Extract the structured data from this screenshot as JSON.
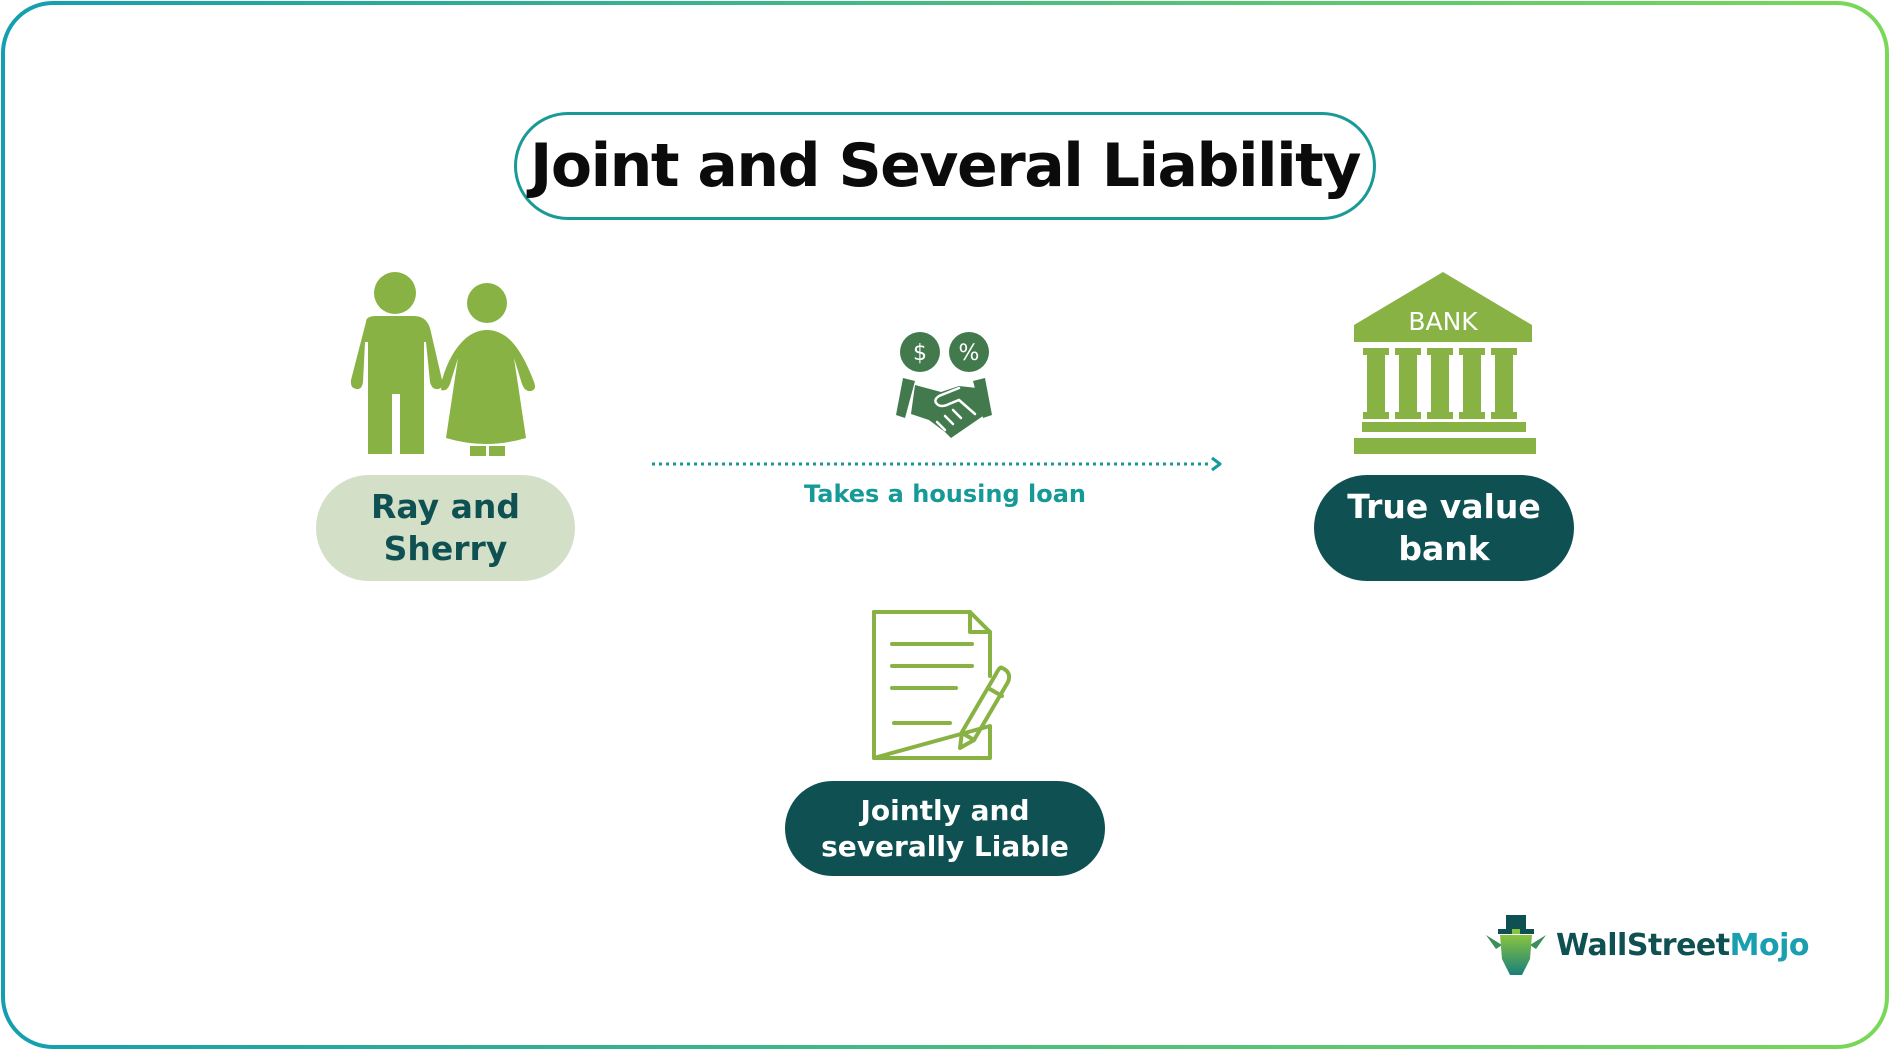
{
  "title": "Joint and Several Liability",
  "colors": {
    "border_gradient_start": "#139fae",
    "border_gradient_end": "#7ad857",
    "title_border": "#1a9a96",
    "icon_green": "#88b243",
    "handshake_green": "#427a4e",
    "dark_teal": "#0f5152",
    "light_green_pill": "#d3e0c7",
    "arrow_teal": "#169a97",
    "logo_teal": "#1a9fb0"
  },
  "nodes": {
    "borrowers": {
      "icon": "couple-icon",
      "label_line1": "Ray and",
      "label_line2": "Sherry"
    },
    "lender": {
      "icon": "bank-icon",
      "icon_text": "BANK",
      "label_line1": "True value",
      "label_line2": "bank"
    },
    "liability": {
      "icon": "signed-document-icon",
      "label_line1": "Jointly and",
      "label_line2": "severally Liable"
    }
  },
  "edge": {
    "icon": "handshake-loan-icon",
    "icon_symbols": [
      "$",
      "%"
    ],
    "label": "Takes a housing loan"
  },
  "logo": {
    "part1": "WallStreet",
    "part2": "Mojo"
  }
}
